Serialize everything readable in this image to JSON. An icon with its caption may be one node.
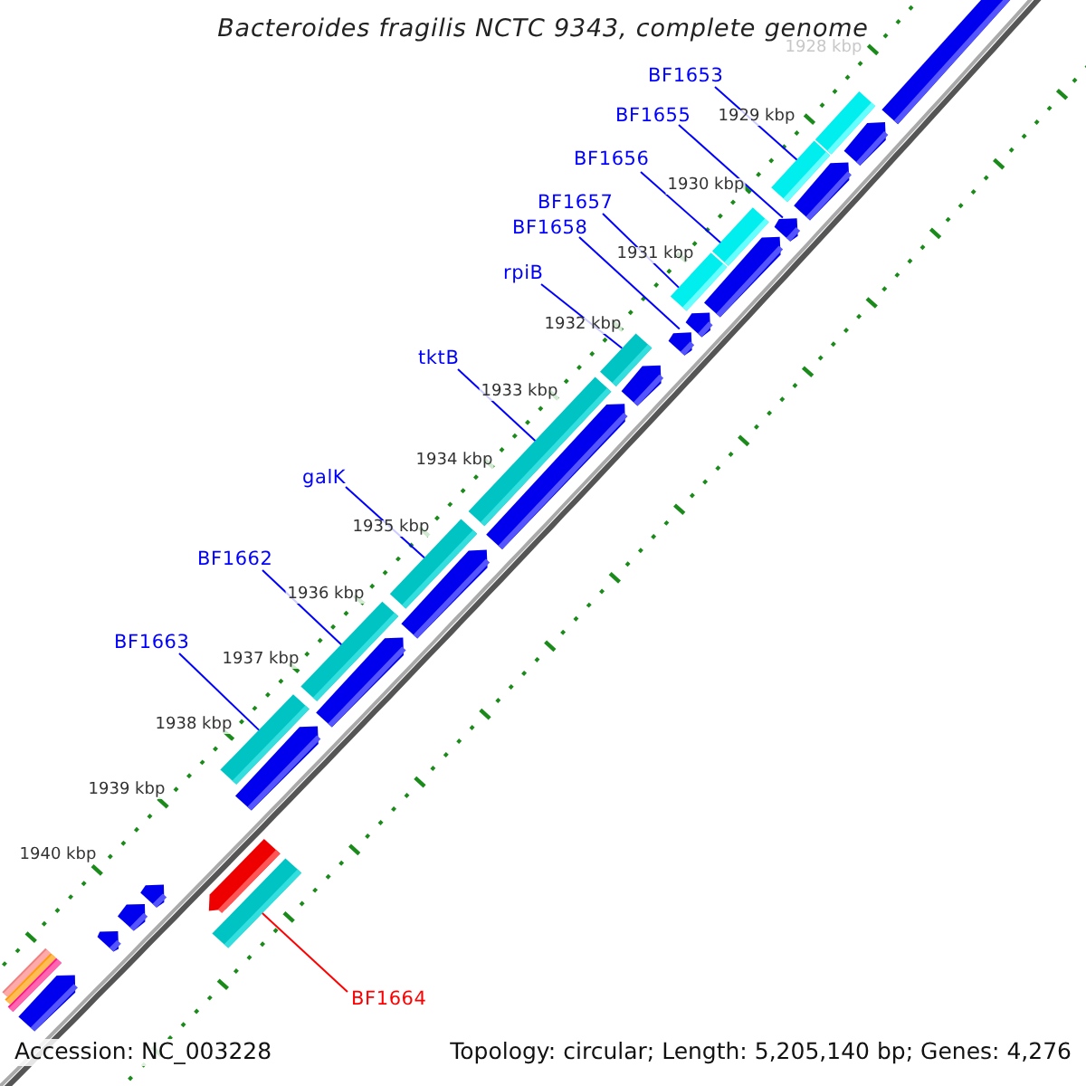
{
  "diagram": {
    "title": "Bacteroides fragilis NCTC 9343, complete genome",
    "nodes": [
      {
        "text": [
          "BF1653"
        ]
      },
      {
        "text": [
          "BF1655"
        ]
      },
      {
        "text": [
          "BF1656"
        ]
      },
      {
        "text": [
          "BF1657"
        ]
      },
      {
        "text": [
          "BF1658"
        ]
      },
      {
        "text": [
          "rpiB"
        ]
      },
      {
        "text": [
          "tktB"
        ]
      },
      {
        "text": [
          "galK"
        ]
      },
      {
        "text": [
          "BF1662"
        ]
      },
      {
        "text": [
          "BF1663"
        ]
      },
      {
        "text": [
          "BF1664"
        ]
      },
      {
        "text": [],
        "shape": "bar"
      },
      {
        "text": [],
        "shape": "bar"
      },
      {
        "text": [],
        "shape": "arrow"
      },
      {
        "text": [],
        "shape": "arrow"
      },
      {
        "text": [],
        "shape": "bar"
      },
      {
        "text": [],
        "shape": "arrow"
      },
      {
        "text": [],
        "shape": "bar"
      },
      {
        "text": [],
        "shape": "arrow"
      },
      {
        "text": [],
        "shape": "bar"
      },
      {
        "text": [],
        "shape": "arrow"
      },
      {
        "text": [],
        "shape": "arrow"
      },
      {
        "text": [],
        "shape": "bar"
      },
      {
        "text": [],
        "shape": "arrow"
      },
      {
        "text": [],
        "shape": "bar"
      },
      {
        "text": [],
        "shape": "arrow"
      },
      {
        "text": [],
        "shape": "bar"
      },
      {
        "text": [],
        "shape": "arrow"
      },
      {
        "text": [],
        "shape": "bar"
      },
      {
        "text": [],
        "shape": "arrow"
      },
      {
        "text": [],
        "shape": "bar"
      },
      {
        "text": [],
        "shape": "arrow"
      },
      {
        "text": [],
        "shape": "arrow"
      },
      {
        "text": [],
        "shape": "bar"
      },
      {
        "text": [],
        "shape": "arrow"
      },
      {
        "text": [],
        "shape": "arrow"
      },
      {
        "text": [],
        "shape": "arrow"
      },
      {
        "text": [],
        "shape": "bar"
      },
      {
        "text": [],
        "shape": "bar"
      },
      {
        "text": [],
        "shape": "bar"
      },
      {
        "text": [],
        "shape": "arrow"
      }
    ],
    "edges": [
      {
        "from": 0,
        "to": 15,
        "arrow": "none"
      },
      {
        "from": 1,
        "to": 16,
        "arrow": "none"
      },
      {
        "from": 2,
        "to": 17,
        "arrow": "none"
      },
      {
        "from": 3,
        "to": 19,
        "arrow": "none"
      },
      {
        "from": 4,
        "to": 21,
        "arrow": "none"
      },
      {
        "from": 5,
        "to": 22,
        "arrow": "none"
      },
      {
        "from": 6,
        "to": 24,
        "arrow": "none"
      },
      {
        "from": 7,
        "to": 26,
        "arrow": "none"
      },
      {
        "from": 8,
        "to": 28,
        "arrow": "none"
      },
      {
        "from": 9,
        "to": 30,
        "arrow": "none"
      },
      {
        "from": 10,
        "to": 33,
        "arrow": "none",
        "color": "#ff0000"
      }
    ],
    "labels": [
      "1928 kbp",
      "1929 kbp",
      "1930 kbp",
      "1931 kbp",
      "1932 kbp",
      "1933 kbp",
      "1934 kbp",
      "1935 kbp",
      "1936 kbp",
      "1937 kbp",
      "1938 kbp",
      "1939 kbp",
      "1940 kbp",
      "Accession: NC_003228",
      "Topology: circular; Length: 5,205,140 bp; Genes: 4,276"
    ]
  }
}
